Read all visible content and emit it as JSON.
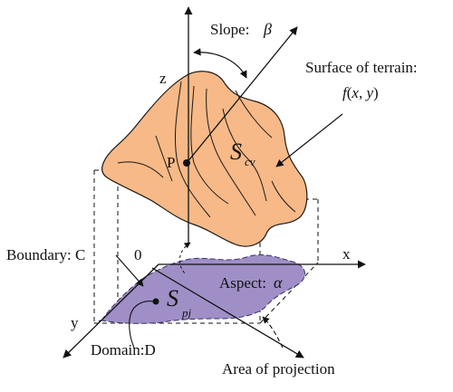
{
  "labels": {
    "slope": "Slope:",
    "beta": "β",
    "surface": "Surface of terrain:",
    "f": "f",
    "fx": "x",
    "fy": "y",
    "z": "z",
    "p": "P",
    "s_cv_main": "S",
    "s_cv_sub": "cv",
    "boundary": "Boundary: C",
    "zero": "0",
    "x": "x",
    "y": "y",
    "aspect": "Aspect:",
    "alpha": "α",
    "s_pj_main": "S",
    "s_pj_sub": "pj",
    "domain": "Domain:D",
    "area": "Area of projection"
  },
  "colors": {
    "terrain_fill": "#f7b987",
    "terrain_stroke": "#1a1a1a",
    "projection_fill": "#9f8fc6",
    "line": "#111111"
  }
}
